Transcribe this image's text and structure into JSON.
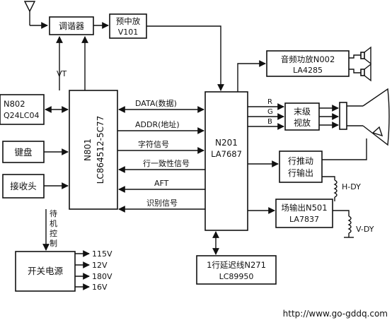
{
  "blocks": {
    "tuner": "调谐器",
    "preamp_line1": "预中放",
    "preamp_line2": "V101",
    "n802_line1": "N802",
    "n802_line2": "Q24LC04",
    "keyboard": "键盘",
    "receiver": "接收头",
    "mcu_line1": "N801",
    "mcu_line2": "LC864512-5C77",
    "n201_line1": "N201",
    "n201_line2": "LA7687",
    "audio_line1": "音频功放N002",
    "audio_line2": "LA4285",
    "final_video_line1": "末级",
    "final_video_line2": "视放",
    "hdrive_line1": "行推动",
    "hdrive_line2": "行输出",
    "vout_line1": "场输出N501",
    "vout_line2": "LA7837",
    "delay_line1": "1行延迟线N271",
    "delay_line2": "LC89950",
    "psu": "开关电源"
  },
  "signals": {
    "vt": "VT",
    "data": "DATA(数据)",
    "addr": "ADDR(地址)",
    "char": "字符信号",
    "hsync": "行一致性信号",
    "aft": "AFT",
    "ident": "识别信号",
    "r": "R",
    "g": "G",
    "b": "B",
    "hdy": "H-DY",
    "vdy": "V-DY",
    "standby_1": "待",
    "standby_2": "机",
    "standby_3": "控",
    "standby_4": "制"
  },
  "voltages": [
    "115V",
    "12V",
    "180V",
    "16V"
  ],
  "watermark": "http://www.go-gddq.com"
}
